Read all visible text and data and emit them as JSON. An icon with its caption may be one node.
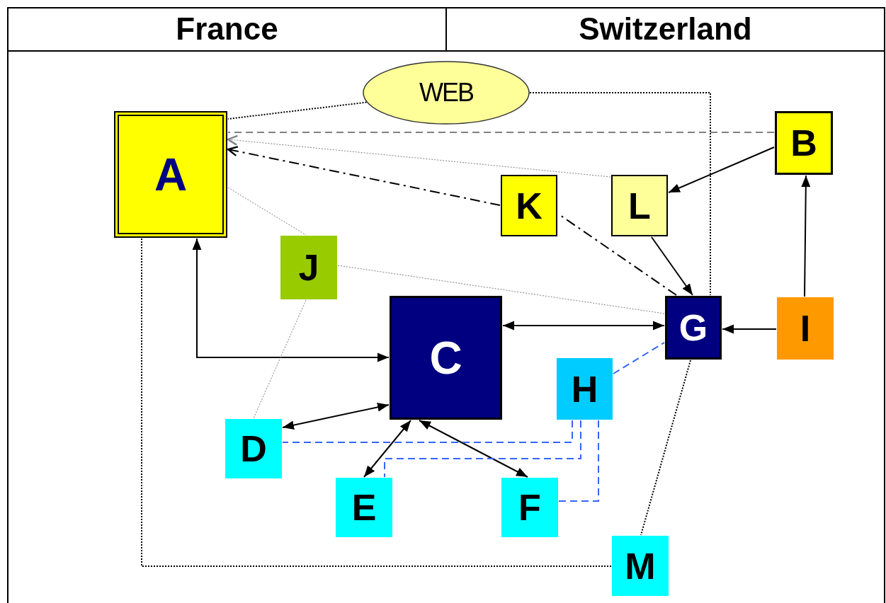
{
  "diagram": {
    "nodes": [
      {
        "text": [
          "WEB"
        ]
      },
      {
        "text": [
          "A"
        ]
      },
      {
        "text": [
          "B"
        ]
      },
      {
        "text": [
          "K"
        ]
      },
      {
        "text": [
          "L"
        ]
      },
      {
        "text": [
          "J"
        ]
      },
      {
        "text": [
          "C"
        ]
      },
      {
        "text": [
          "G"
        ]
      },
      {
        "text": [
          "I"
        ]
      },
      {
        "text": [
          "H"
        ]
      },
      {
        "text": [
          "D"
        ]
      },
      {
        "text": [
          "E"
        ]
      },
      {
        "text": [
          "F"
        ]
      },
      {
        "text": [
          "M"
        ]
      }
    ],
    "edges": [
      {
        "from": 0,
        "to": 1,
        "arrow": "none",
        "style": "dashed"
      },
      {
        "from": 0,
        "to": 7,
        "arrow": "none",
        "style": "dashed"
      },
      {
        "from": 2,
        "to": 1,
        "arrow": "none",
        "style": "dashed",
        "color": "#808080"
      },
      {
        "from": 4,
        "to": 1,
        "arrow": "to",
        "style": "dashed",
        "color": "#808080"
      },
      {
        "from": 3,
        "to": 1,
        "arrow": "to",
        "style": "dashed"
      },
      {
        "from": 7,
        "to": 3,
        "arrow": "none",
        "style": "dashed"
      },
      {
        "from": 2,
        "to": 4,
        "arrow": "to"
      },
      {
        "from": 8,
        "to": 2,
        "arrow": "to"
      },
      {
        "from": 4,
        "to": 7,
        "arrow": "to"
      },
      {
        "from": 8,
        "to": 7,
        "arrow": "to"
      },
      {
        "from": 6,
        "to": 1,
        "arrow": "both"
      },
      {
        "from": 7,
        "to": 6,
        "arrow": "both"
      },
      {
        "from": 1,
        "to": 5,
        "arrow": "none",
        "style": "dashed",
        "color": "#808080"
      },
      {
        "from": 5,
        "to": 7,
        "arrow": "none",
        "style": "dashed",
        "color": "#808080"
      },
      {
        "from": 5,
        "to": 10,
        "arrow": "none",
        "style": "dashed",
        "color": "#808080"
      },
      {
        "from": 6,
        "to": 10,
        "arrow": "both"
      },
      {
        "from": 6,
        "to": 11,
        "arrow": "both"
      },
      {
        "from": 6,
        "to": 12,
        "arrow": "both"
      },
      {
        "from": 1,
        "to": 13,
        "arrow": "none",
        "style": "dashed"
      },
      {
        "from": 7,
        "to": 13,
        "arrow": "none",
        "style": "dashed"
      },
      {
        "from": 9,
        "to": 7,
        "arrow": "none",
        "style": "dashed",
        "color": "#3366ff"
      },
      {
        "from": 9,
        "to": 10,
        "arrow": "none",
        "style": "dashed",
        "color": "#3366ff"
      },
      {
        "from": 9,
        "to": 11,
        "arrow": "none",
        "style": "dashed",
        "color": "#3366ff"
      },
      {
        "from": 9,
        "to": 12,
        "arrow": "none",
        "style": "dashed",
        "color": "#3366ff"
      }
    ],
    "labels": [
      "France",
      "Switzerland"
    ]
  }
}
